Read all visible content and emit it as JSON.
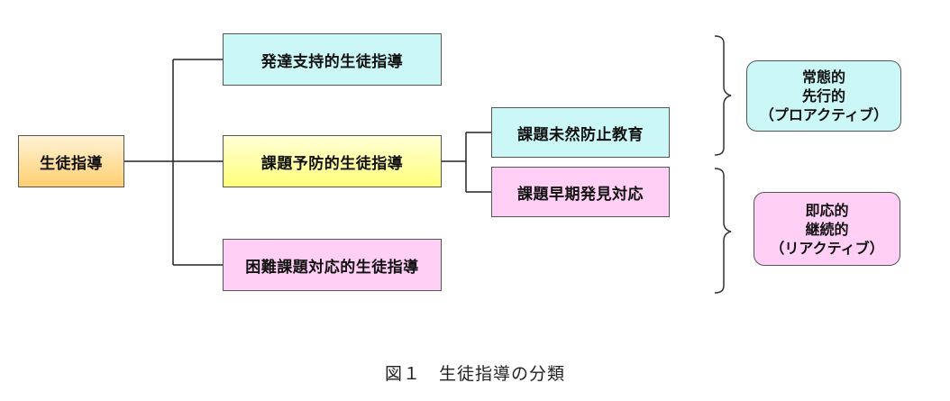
{
  "diagram": {
    "root": "生徒指導",
    "branches": [
      "発達支持的生徒指導",
      "課題予防的生徒指導",
      "困難課題対応的生徒指導"
    ],
    "sub_branches": [
      "課題未然防止教育",
      "課題早期発見対応"
    ],
    "groups": [
      {
        "line1": "常態的",
        "line2": "先行的",
        "line3": "（プロアクティブ）"
      },
      {
        "line1": "即応的",
        "line2": "継続的",
        "line3": "（リアクティブ）"
      }
    ],
    "caption": "図１　生徒指導の分類"
  },
  "colors": {
    "root_fill": "#ffcf70",
    "cyan_fill": "#ccf7f7",
    "yellow_fill": "#ffff7a",
    "pink_fill": "#ffcff5",
    "line": "#222222"
  }
}
